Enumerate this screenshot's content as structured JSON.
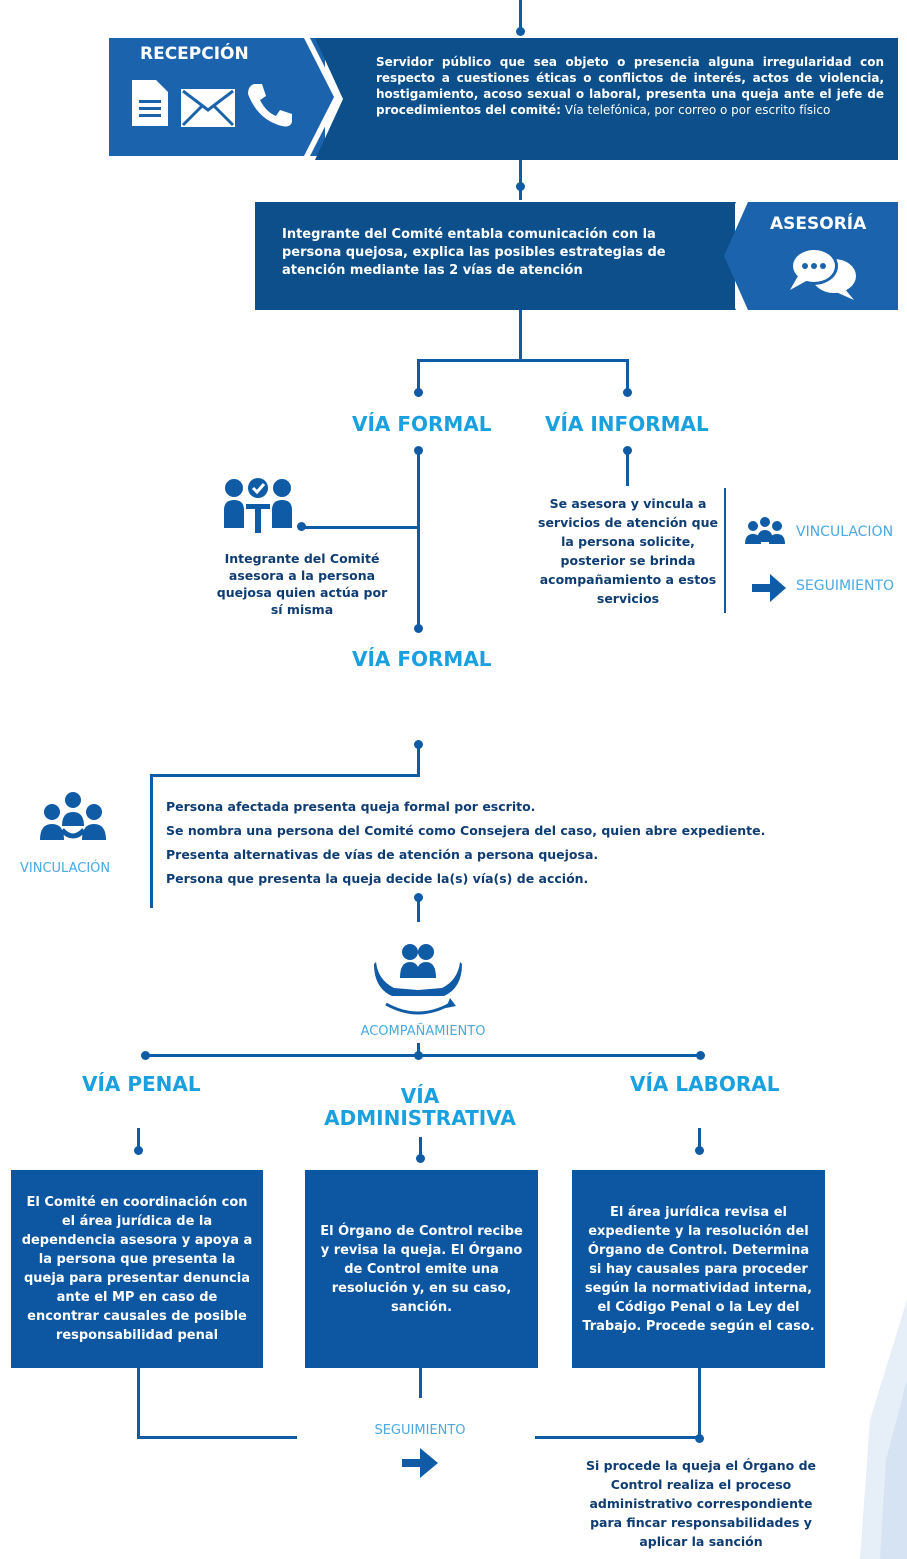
{
  "reception": {
    "title": "RECEPCIÓN",
    "text_bold": "Servidor público que sea objeto o presencia alguna irregularidad con respecto a cuestiones éticas o conflictos de interés, actos de violencia, hostigamiento, acoso sexual o laboral, presenta una queja ante el jefe de procedimientos del comité:",
    "text_regular": " Vía telefónica, por correo o por escrito físico"
  },
  "advice": {
    "title": "ASESORÍA",
    "text": "Integrante del Comité entabla comunicación con la persona quejosa, explica las posibles estrategias de atención mediante las 2 vías de atención"
  },
  "routes": {
    "formal": "VÍA FORMAL",
    "informal": "VÍA INFORMAL",
    "formal_2": "VÍA FORMAL"
  },
  "formal_text": "Integrante del Comité asesora a la persona quejosa quien actúa por sí misma",
  "informal_text": "Se asesora y vincula a servicios de atención que la persona solicite, posterior se brinda acompañamiento a estos servicios",
  "legend": {
    "vinculacion": "VINCULACIÓN",
    "seguimiento": "SEGUIMIENTO"
  },
  "vinculacion_block": {
    "label": "VINCULACIÓN",
    "lines": [
      "Persona afectada presenta queja formal por escrito.",
      "Se nombra una persona del Comité como Consejera del caso, quien abre expediente.",
      "Presenta alternativas de vías de atención a persona quejosa.",
      "Persona que presenta la queja decide la(s) vía(s) de acción."
    ]
  },
  "acompanamiento": "ACOMPAÑAMIENTO",
  "paths": {
    "penal": {
      "title": "VÍA PENAL",
      "text": "El Comité en coordinación con el área jurídica de la dependencia asesora y apoya a la persona que presenta la queja para presentar denuncia ante el MP en caso de encontrar causales de posible responsabilidad penal"
    },
    "administrativa": {
      "title_1": "VÍA",
      "title_2": "ADMINISTRATIVA",
      "text": "El Órgano de Control recibe y revisa la queja. El Órgano de Control emite una resolución y, en su caso, sanción."
    },
    "laboral": {
      "title": "VÍA LABORAL",
      "text": "El área jurídica revisa el expediente y la resolución del Órgano de Control. Determina si hay causales para proceder según la normatividad interna, el Código Penal o la Ley del Trabajo. Procede según el caso."
    }
  },
  "seguimiento_bottom": "SEGUIMIENTO",
  "final_text": "Si procede la queja el Órgano de Control realiza el proceso administrativo correspondiente para fincar responsabilidades y aplicar la sanción",
  "colors": {
    "dark_blue": "#0d4f8b",
    "accent": "#1aa0de",
    "light_text": "#4aa9e0"
  }
}
